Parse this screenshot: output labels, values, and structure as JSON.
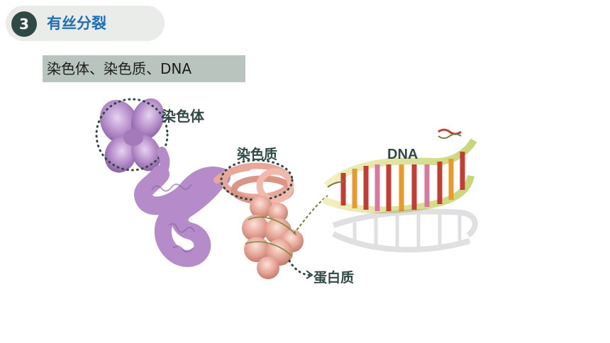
{
  "header": {
    "number": "3",
    "title": "有丝分裂"
  },
  "subtitle": "染色体、染色质、DNA",
  "labels": {
    "chromosome": "染色体",
    "chromatin": "染色质",
    "dna": "DNA",
    "protein": "蛋白质"
  },
  "colors": {
    "accent_blue": "#1e6fb8",
    "dark_green": "#2f4a44",
    "chromosome_purple": "#b58cc9",
    "chromatin_pink": "#e7a89a",
    "dna_red": "#c43d33",
    "dna_orange": "#e89a2b"
  }
}
